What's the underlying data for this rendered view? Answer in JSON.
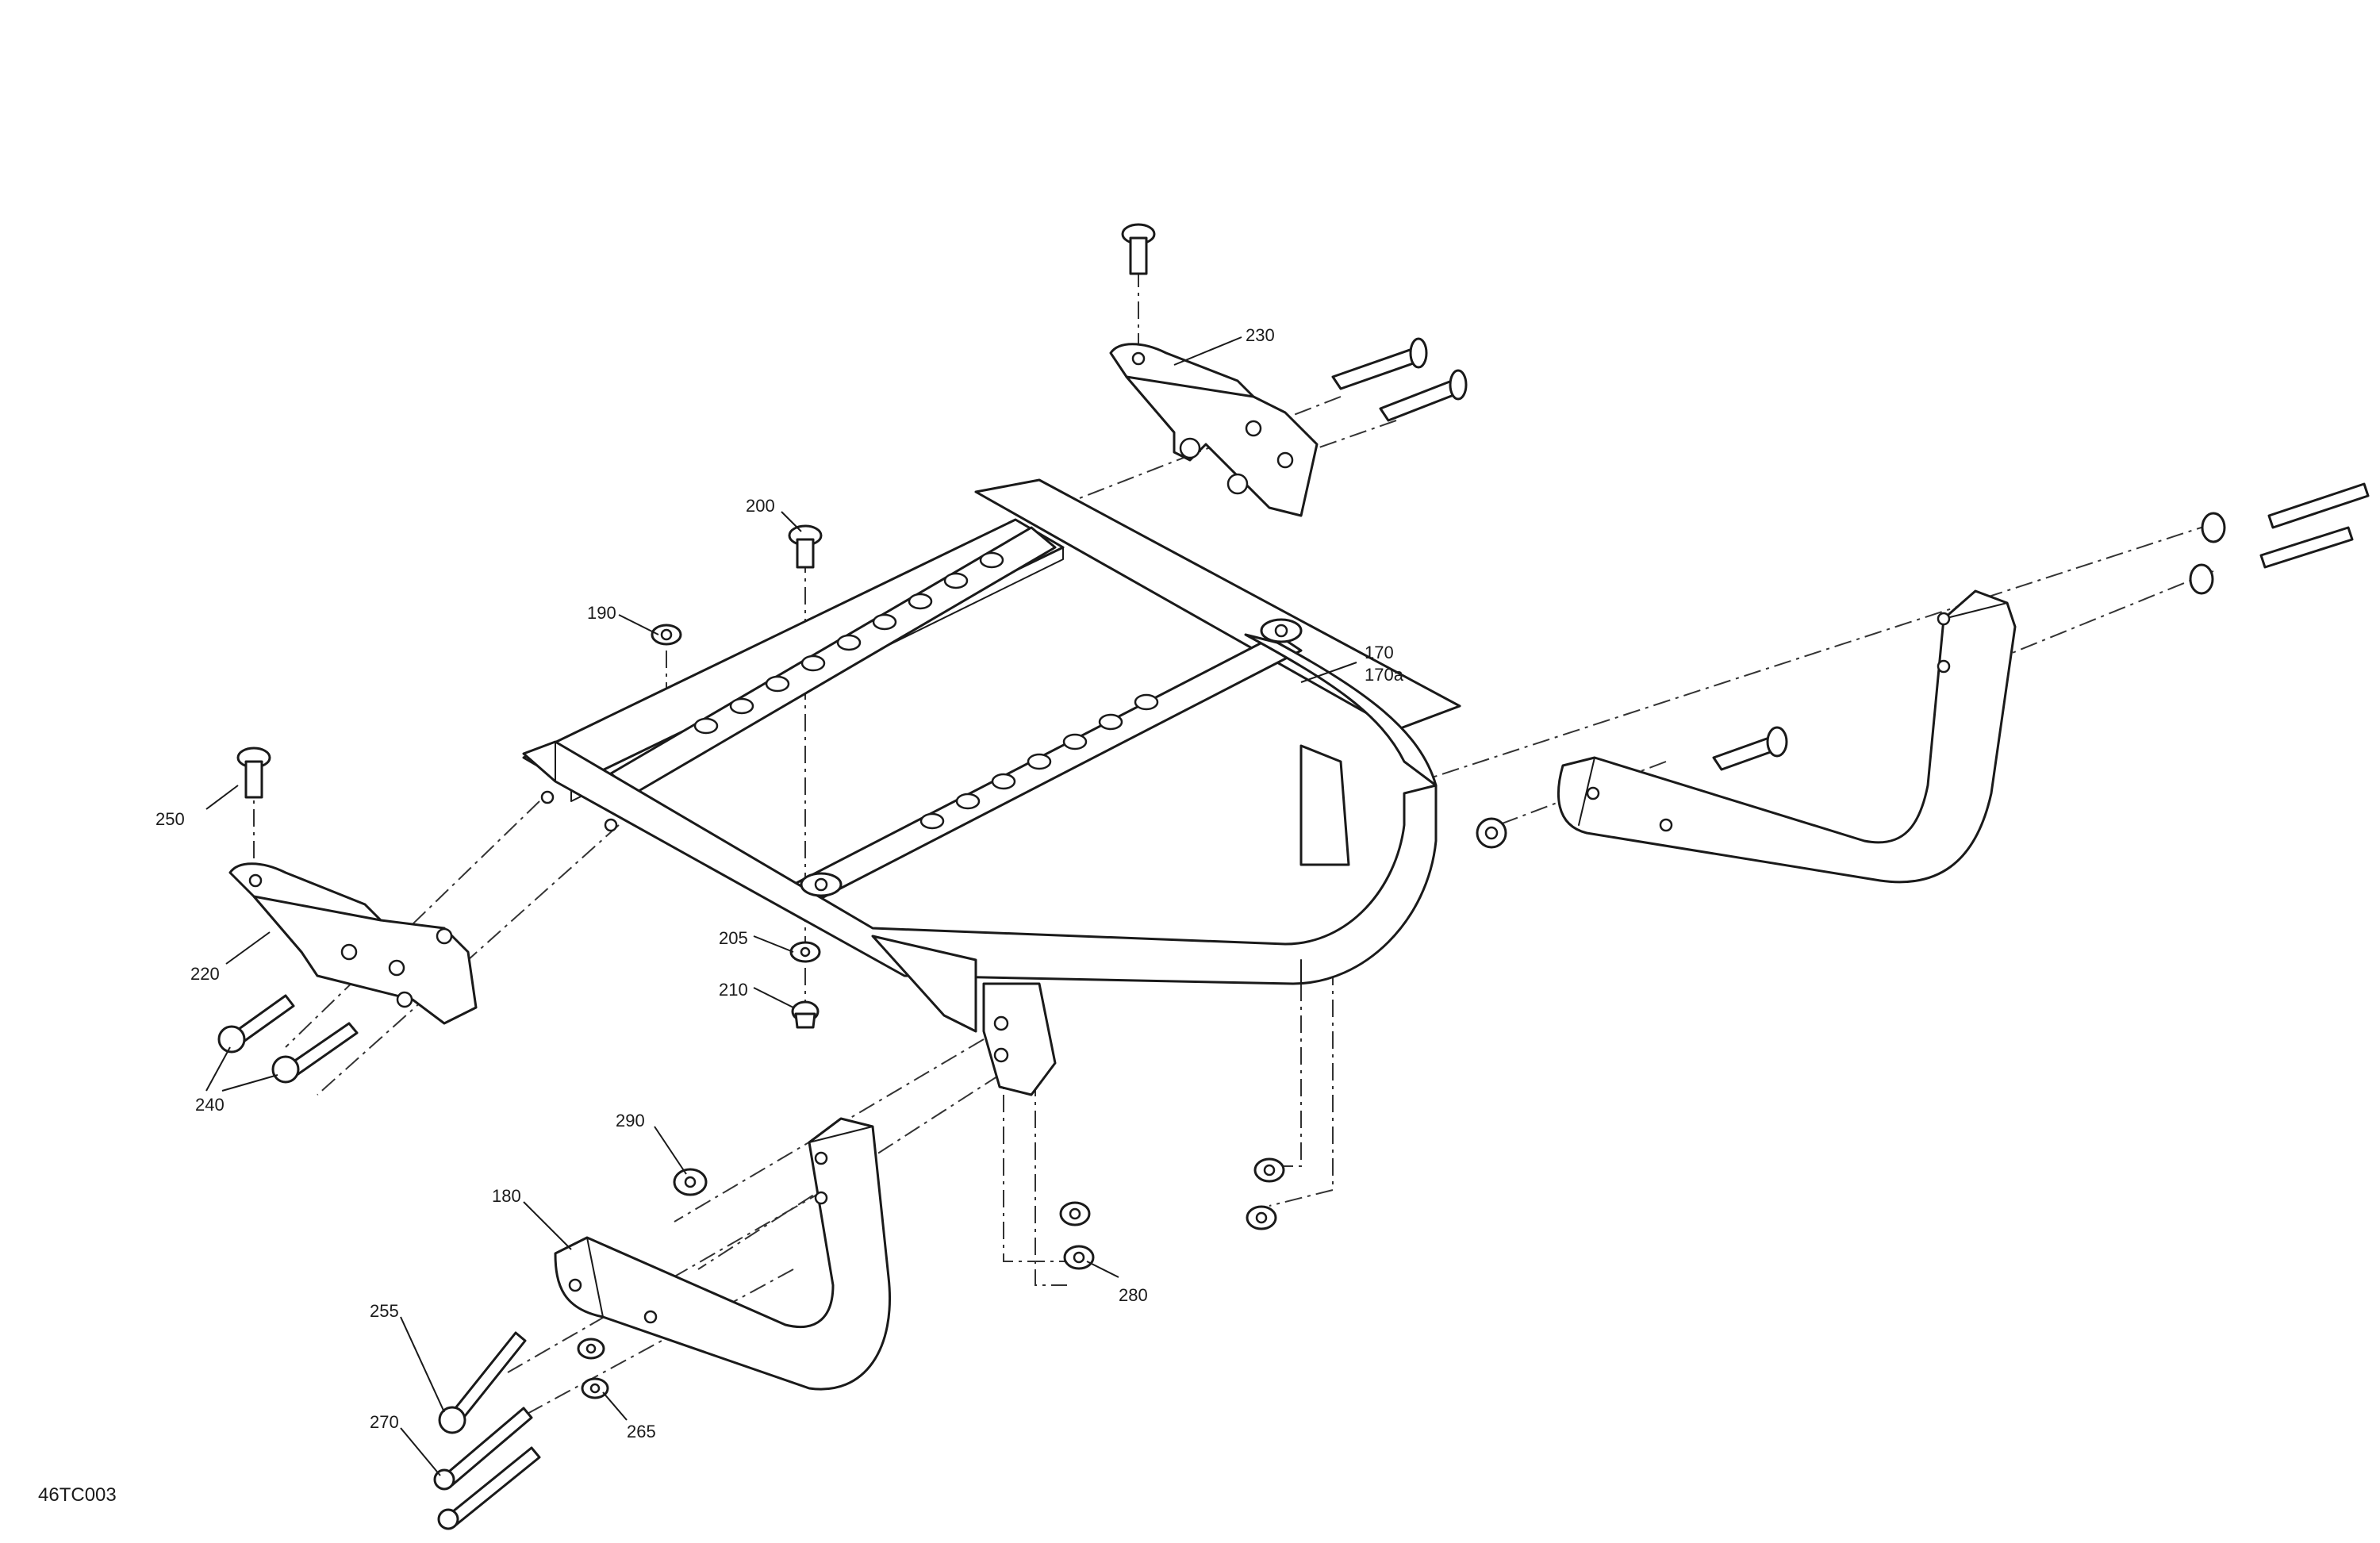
{
  "figure_id": "46TC003",
  "callouts": {
    "c170": "170",
    "c170a": "170a",
    "c180": "180",
    "c190": "190",
    "c200": "200",
    "c205": "205",
    "c210": "210",
    "c220": "220",
    "c230": "230",
    "c240": "240",
    "c250": "250",
    "c255": "255",
    "c265": "265",
    "c270": "270",
    "c280": "280",
    "c290": "290"
  }
}
